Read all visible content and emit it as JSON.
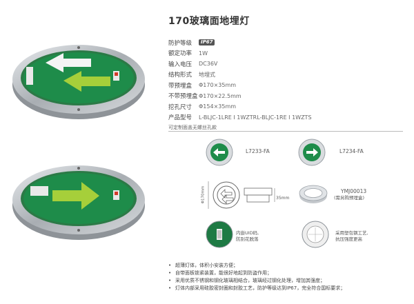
{
  "title": "170玻璃面地埋灯",
  "specs": [
    {
      "label": "防护等级",
      "badge": "IP67"
    },
    {
      "label": "额定功率",
      "value": "1W"
    },
    {
      "label": "输入电压",
      "value": "DC36V"
    },
    {
      "label": "结构形式",
      "value": "地埋式"
    },
    {
      "label": "带预埋盒",
      "value": "Φ170×35mm"
    },
    {
      "label": "不带预埋盒",
      "value": "Φ170×22.5mm"
    },
    {
      "label": "挖孔尺寸",
      "value": "Φ154×35mm"
    },
    {
      "label": "产品型号",
      "values": [
        "L-BLJC-1LRE Ⅰ 1WZTR",
        "L-BLJC-1RE Ⅰ 1WZTS"
      ]
    }
  ],
  "custom_note": "可定制面盖无螺丝孔款",
  "options": [
    {
      "code": "L7233-FA"
    },
    {
      "code": "L7234-FA"
    },
    {
      "code": "YMJ00013",
      "sub": "(需另购预埋盒)"
    }
  ],
  "dimension_labels": {
    "height": "Φ170mm",
    "depth": "35mm"
  },
  "uid_note": [
    "内嵌UID码,",
    "防别花脱落"
  ],
  "glass_note": [
    "采用塑包钢工艺,",
    "抗压强度更高"
  ],
  "features": [
    "超薄灯体，体积小安装方便；",
    "自带面板锁紧装置，能很好地起到防盗作用；",
    "采用优质不锈钢和钢化玻璃相结合，玻璃经过钢化处理，增加其强度；",
    "灯体内部采用硅胶密封圈和封胶工艺，防护等级达到IP67，完全符合国标要求；"
  ],
  "colors": {
    "sign_green": "#1e8c4a",
    "arrow_lime": "#a6cf3a",
    "steel": "#b9bec3"
  }
}
